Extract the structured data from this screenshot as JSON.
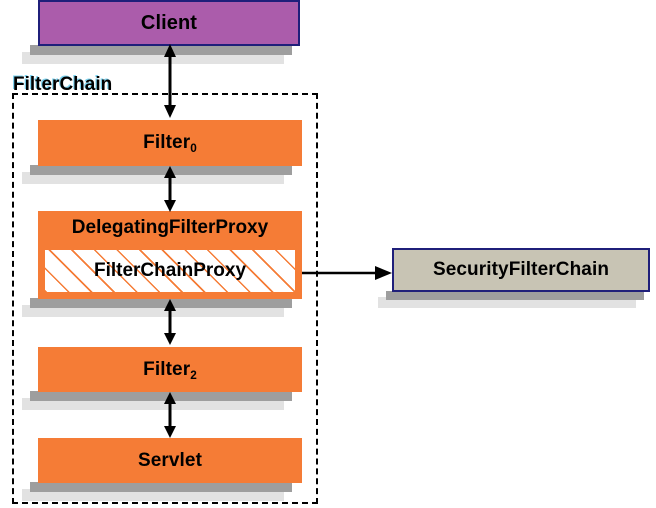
{
  "diagram": {
    "title_label": "FilterChain",
    "colors": {
      "client_fill": "#ab5cab",
      "client_border": "#1f1f7a",
      "filter_fill": "#f57c36",
      "security_chain_fill": "#c8c4b4",
      "security_chain_border": "#1f1f7a",
      "shadow_near": "#9e9e9e",
      "shadow_far": "#e2e2e2",
      "hatch_line": "#f57c36",
      "label_highlight": "#7fd4f0",
      "arrow": "#000000",
      "background": "#ffffff"
    },
    "nodes": {
      "client": {
        "label": "Client"
      },
      "filter0": {
        "label_main": "Filter",
        "label_sub": "0"
      },
      "delegating_filter_proxy": {
        "label": "DelegatingFilterProxy"
      },
      "filter_chain_proxy": {
        "label": "FilterChainProxy"
      },
      "filter2": {
        "label_main": "Filter",
        "label_sub": "2"
      },
      "servlet": {
        "label": "Servlet"
      },
      "security_filter_chain": {
        "label": "SecurityFilterChain"
      }
    },
    "connections": [
      {
        "from": "client",
        "to": "filter0",
        "style": "double-arrow-vertical"
      },
      {
        "from": "filter0",
        "to": "delegating_filter_proxy",
        "style": "double-arrow-vertical"
      },
      {
        "from": "delegating_filter_proxy",
        "to": "filter2",
        "style": "double-arrow-vertical"
      },
      {
        "from": "filter2",
        "to": "servlet",
        "style": "double-arrow-vertical"
      },
      {
        "from": "filter_chain_proxy",
        "to": "security_filter_chain",
        "style": "single-arrow-right"
      }
    ]
  }
}
